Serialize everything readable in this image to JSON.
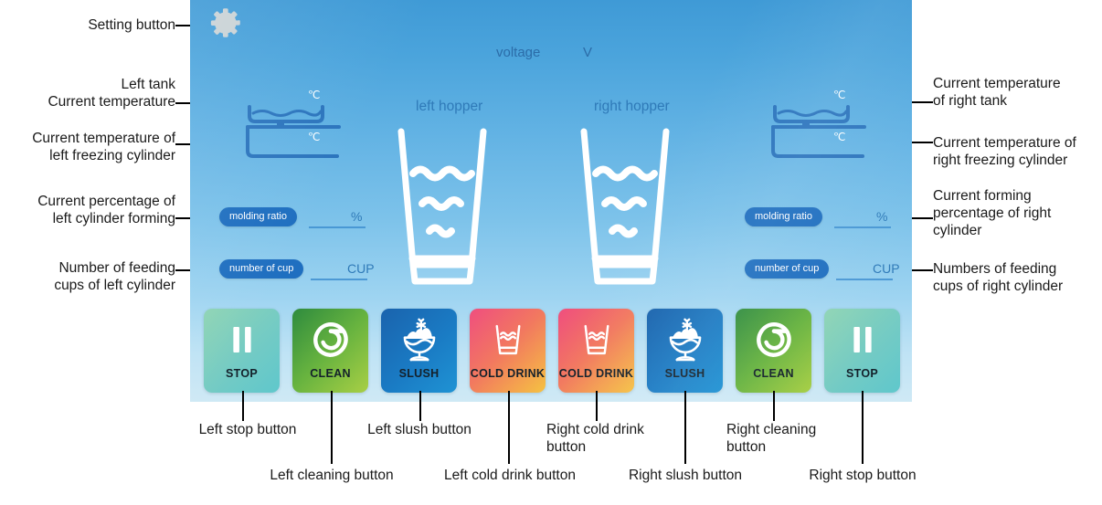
{
  "screen": {
    "gear_icon": "gear-icon",
    "header": {
      "voltage_label": "voltage",
      "voltage_unit": "V"
    },
    "hoppers": {
      "left_label": "left hopper",
      "right_label": "right hopper"
    },
    "tanks": {
      "left": {
        "tank_unit": "℃",
        "cylinder_unit": "℃"
      },
      "right": {
        "tank_unit": "℃",
        "cylinder_unit": "℃"
      }
    },
    "readouts": {
      "left": [
        {
          "pill": "molding ratio",
          "unit": "%"
        },
        {
          "pill": "number of cup",
          "unit": "CUP"
        }
      ],
      "right": [
        {
          "pill": "molding ratio",
          "unit": "%"
        },
        {
          "pill": "number of cup",
          "unit": "CUP"
        }
      ]
    },
    "buttons": [
      {
        "caption": "STOP",
        "icon": "pause-icon",
        "theme": "g-stop"
      },
      {
        "caption": "CLEAN",
        "icon": "shutter-icon",
        "theme": "g-clean"
      },
      {
        "caption": "SLUSH",
        "icon": "sundae-icon",
        "theme": "g-slush"
      },
      {
        "caption": "COLD DRINK",
        "icon": "cold-cup-icon",
        "theme": "g-cold"
      },
      {
        "caption": "COLD DRINK",
        "icon": "cold-cup-icon",
        "theme": "g-cold"
      },
      {
        "caption": "SLUSH",
        "icon": "sundae-icon",
        "theme": "g-slush"
      },
      {
        "caption": "CLEAN",
        "icon": "shutter-icon",
        "theme": "g-clean"
      },
      {
        "caption": "STOP",
        "icon": "pause-icon",
        "theme": "g-stop"
      }
    ]
  },
  "annotations": {
    "setting_button": "Setting button",
    "left_tank_temp": "Left tank\nCurrent temperature",
    "left_cylinder_temp": "Current temperature of\nleft freezing cylinder",
    "left_molding": "Current percentage of\nleft cylinder forming",
    "left_cups": "Number of feeding\ncups of left cylinder",
    "right_tank_temp": "Current temperature\nof right tank",
    "right_cylinder_temp": "Current temperature of\nright freezing cylinder",
    "right_molding": "Current forming\npercentage of right\ncylinder",
    "right_cups": "Numbers of feeding\ncups of right cylinder",
    "left_stop": "Left stop button",
    "left_clean": "Left cleaning button",
    "left_slush": "Left slush button",
    "left_cold": "Left cold drink button",
    "right_cold": "Right cold drink\nbutton",
    "right_slush": "Right slush button",
    "right_clean": "Right cleaning\nbutton",
    "right_stop": "Right stop button"
  },
  "colors": {
    "screen_top": "#3f9ad6",
    "screen_bottom": "#cfe9f5",
    "pill": "#1f6fc0",
    "label_blue": "#2f7ab8",
    "tank_stroke": "#2b74bd",
    "gear": "#c9d2d6",
    "stop_gradient": "#8fd4b4",
    "clean_gradient": "#2e8b3e",
    "slush_gradient": "#1a63ad",
    "cold_gradient": "#ef4e7f"
  }
}
